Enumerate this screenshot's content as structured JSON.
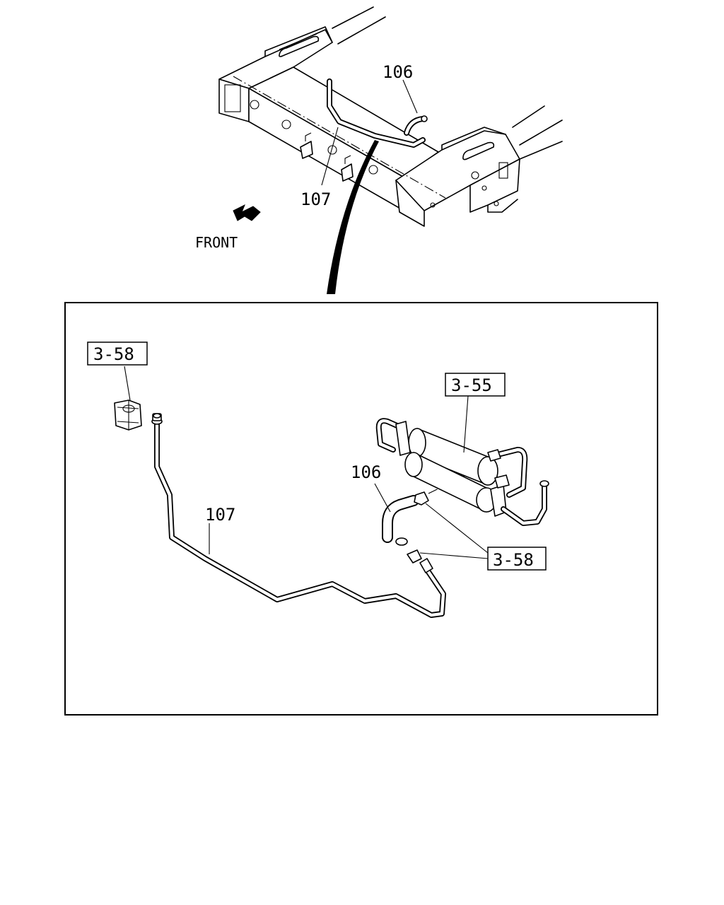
{
  "callouts": {
    "overview_106": "106",
    "overview_107": "107",
    "front_label": "FRONT",
    "detail_107": "107",
    "detail_106": "106",
    "ref_3_58_top": "3-58",
    "ref_3_55": "3-55",
    "ref_3_58_bottom": "3-58"
  }
}
